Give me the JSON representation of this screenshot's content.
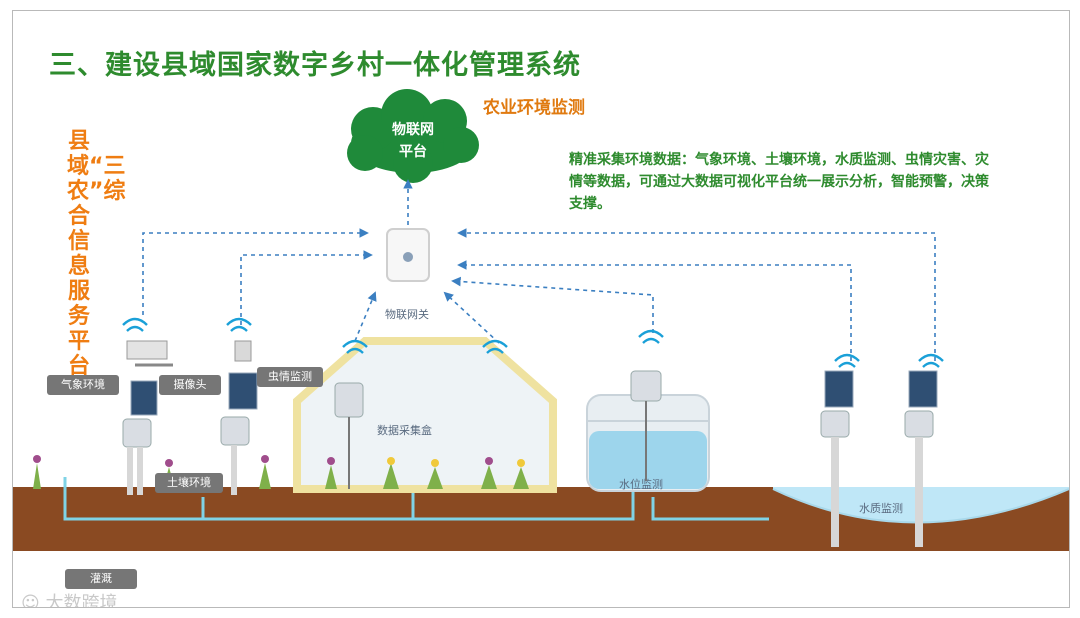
{
  "title": "三、建设县域国家数字乡村一体化管理系统",
  "subtitle": "农业环境监测",
  "description": "精准采集环境数据：气象环境、土壤环境，水质监测、虫情灾害、灾情等数据，可通过大数据可视化平台统一展示分析，智能预警，决策支撑。",
  "vertical_title": "县域“三农”综合信息服务平台",
  "cloud": {
    "label_line1": "物联网",
    "label_line2": "平台"
  },
  "labels": {
    "gateway": "物联网关",
    "weather": "气象环境",
    "camera": "摄像头",
    "pest": "虫情监测",
    "soil": "土壤环境",
    "collector": "数据采集盒",
    "water_level": "水位监测",
    "water_quality": "水质监测",
    "irrigation": "灌溉"
  },
  "watermark": "大数跨境",
  "colors": {
    "title_green": "#2e8b2e",
    "accent_orange": "#ef7d12",
    "soil_brown": "#8a4a22",
    "pipe_cyan": "#7fd3e6",
    "link_blue": "#3b7fc1",
    "cloud_green": "#1f8a3a"
  }
}
